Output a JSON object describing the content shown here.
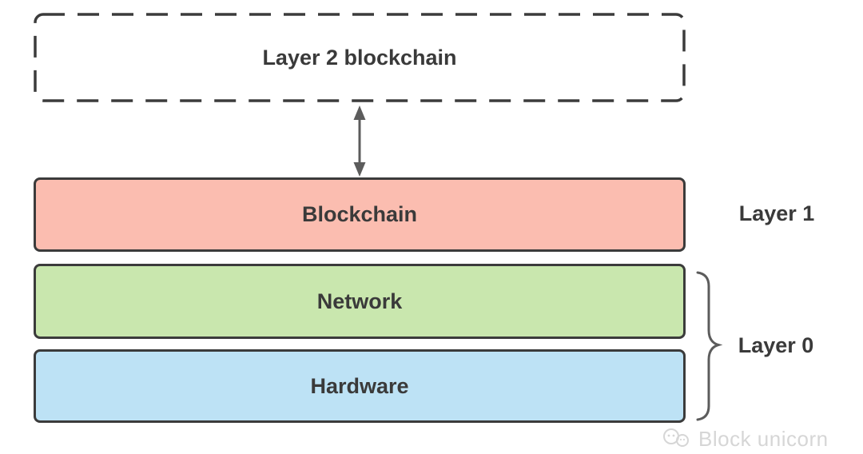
{
  "diagram": {
    "boxes": [
      {
        "id": "layer2-blockchain",
        "label": "Layer 2 blockchain",
        "fill": "none",
        "border_style": "dashed"
      },
      {
        "id": "blockchain",
        "label": "Blockchain",
        "fill": "#FBBDB0",
        "border_style": "solid"
      },
      {
        "id": "network",
        "label": "Network",
        "fill": "#C9E7AE",
        "border_style": "solid"
      },
      {
        "id": "hardware",
        "label": "Hardware",
        "fill": "#BDE2F5",
        "border_style": "solid"
      }
    ],
    "side_labels": [
      {
        "id": "layer1",
        "text": "Layer 1"
      },
      {
        "id": "layer0",
        "text": "Layer 0"
      }
    ],
    "connector": {
      "type": "double-headed-arrow",
      "from": "layer2-blockchain",
      "to": "blockchain"
    },
    "brace": {
      "groups": [
        "network",
        "hardware"
      ],
      "label_ref": "layer0"
    },
    "colors": {
      "border": "#3B3B3B",
      "text": "#3A3A3A",
      "connector": "#5C5C5C",
      "watermark": "#D6D6D6"
    }
  },
  "watermark": {
    "text": "Block unicorn"
  }
}
